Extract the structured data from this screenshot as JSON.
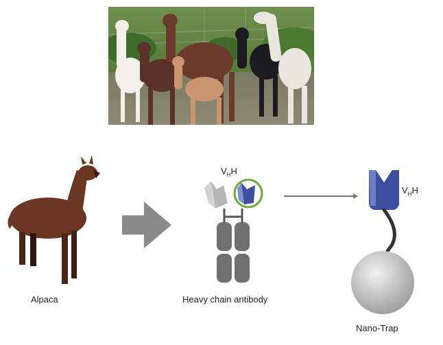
{
  "labels": {
    "alpaca": "Alpaca",
    "antibody": "Heavy chain antibody",
    "nanotrap": "Nano-Trap",
    "vhh_main": "V",
    "vhh_sub": "H",
    "vhh_end": "H"
  },
  "colors": {
    "arrow_big": "#8a8a8a",
    "arrow_small": "#777777",
    "domain_blue": "#3d4f9e",
    "domain_gray": "#b5b5b5",
    "ring": "#6cab3a",
    "constant_gray": "#6f6f6f",
    "bead": "#bdbdbd",
    "linker": "#333333"
  }
}
